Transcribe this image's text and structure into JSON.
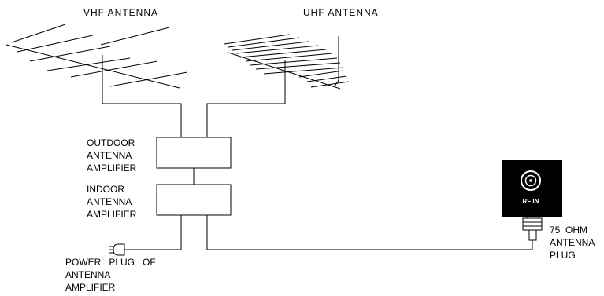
{
  "labels": {
    "vhf_antenna": "VHF  ANTENNA",
    "uhf_antenna": "UHF  ANTENNA",
    "outdoor_amp": [
      "OUTDOOR",
      "ANTENNA",
      "AMPLIFIER"
    ],
    "indoor_amp": [
      "INDOOR",
      "ANTENNA",
      "AMPLIFIER"
    ],
    "power_plug": [
      "POWER   PLUG   OF",
      "ANTENNA",
      "AMPLIFIER"
    ],
    "antenna_plug": [
      "75  OHM",
      "ANTENNA",
      "PLUG"
    ],
    "rf_in": "RF IN"
  },
  "colors": {
    "line": "#000000",
    "panel": "#000000",
    "panel_text": "#ffffff"
  }
}
